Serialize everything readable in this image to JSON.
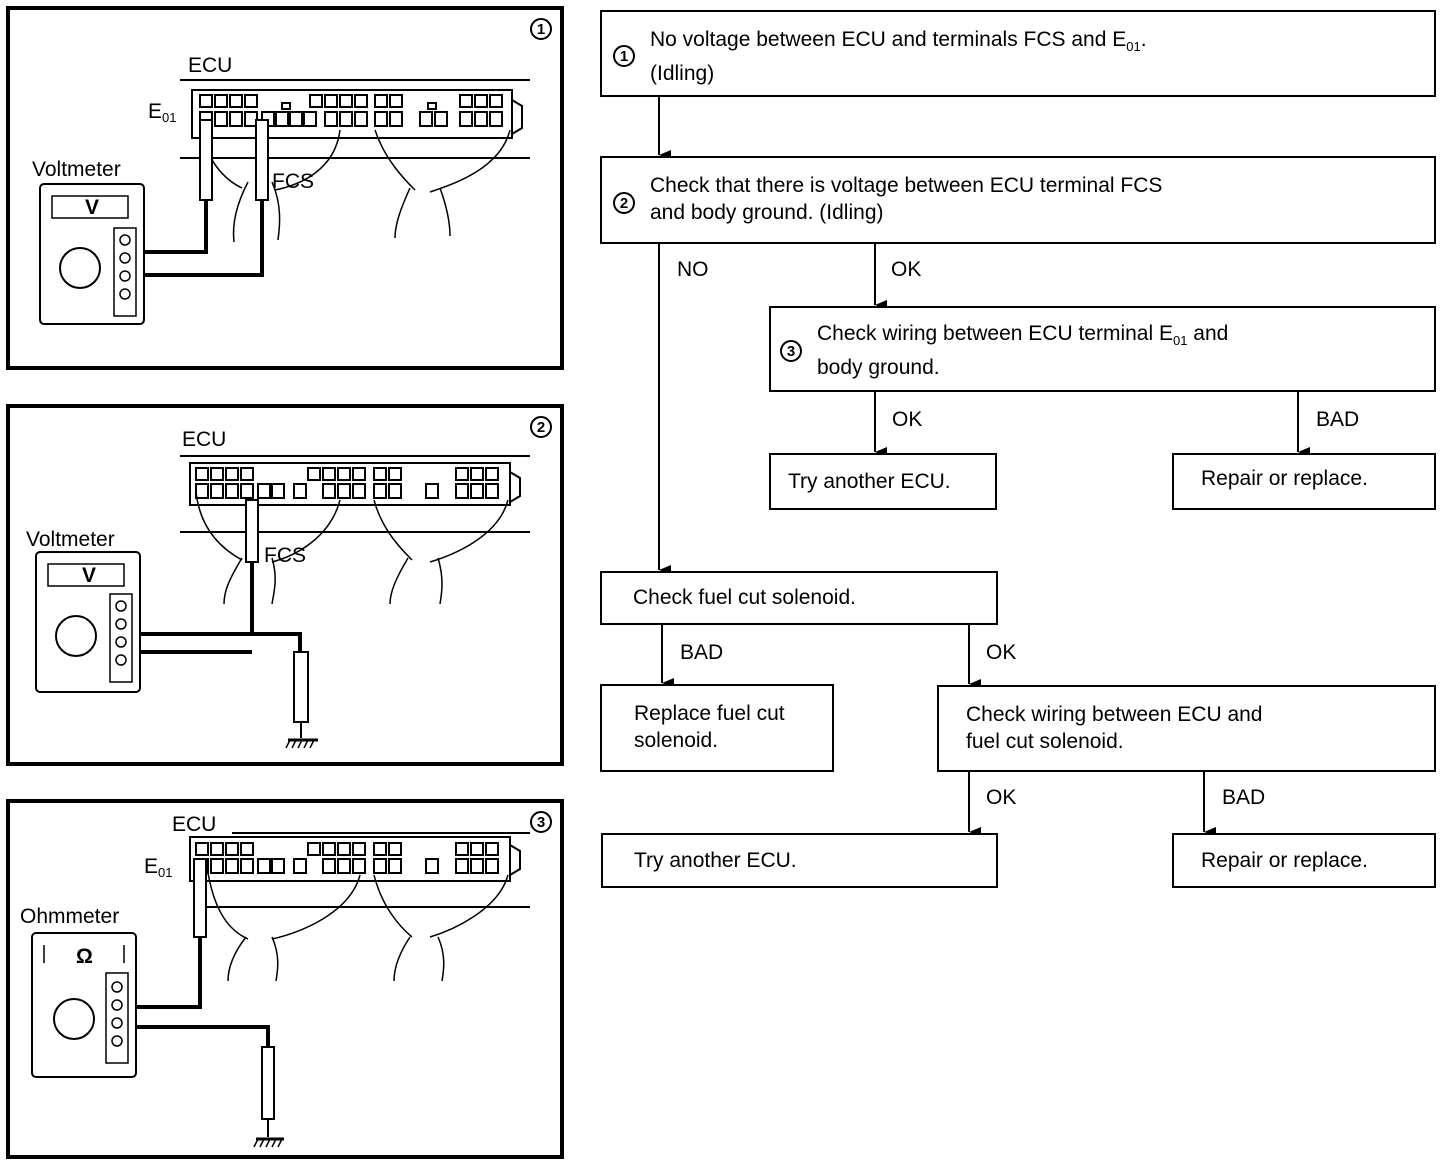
{
  "panels": [
    {
      "num": "1",
      "ecu": "ECU",
      "meter": "Voltmeter",
      "meter_symbol": "V",
      "term1": "E",
      "term1_sub": "01",
      "term2": "FCS"
    },
    {
      "num": "2",
      "ecu": "ECU",
      "meter": "Voltmeter",
      "meter_symbol": "V",
      "term2": "FCS"
    },
    {
      "num": "3",
      "ecu": "ECU",
      "meter": "Ohmmeter",
      "meter_symbol": "Ω",
      "term1": "E",
      "term1_sub": "01"
    }
  ],
  "flow": {
    "step1": {
      "num": "1",
      "line1_a": "No voltage between ECU and terminals FCS and E",
      "line1_sub": "01",
      "line1_b": ".",
      "line2": "(Idling)"
    },
    "step2": {
      "num": "2",
      "line1": "Check that there is voltage between ECU terminal FCS",
      "line2": "and body ground. (Idling)"
    },
    "step3": {
      "num": "3",
      "line1_a": "Check wiring between ECU terminal E",
      "line1_sub": "01",
      "line1_b": " and",
      "line2": "body ground."
    },
    "try_ecu_1": "Try another ECU.",
    "repair_1": "Repair or replace.",
    "check_solenoid": "Check fuel cut solenoid.",
    "replace_solenoid_l1": "Replace fuel cut",
    "replace_solenoid_l2": "solenoid.",
    "check_wiring_solenoid_l1": "Check wiring between ECU and",
    "check_wiring_solenoid_l2": "fuel cut solenoid.",
    "try_ecu_2": "Try another ECU.",
    "repair_2": "Repair or replace.",
    "labels": {
      "no": "NO",
      "ok": "OK",
      "bad": "BAD"
    }
  }
}
